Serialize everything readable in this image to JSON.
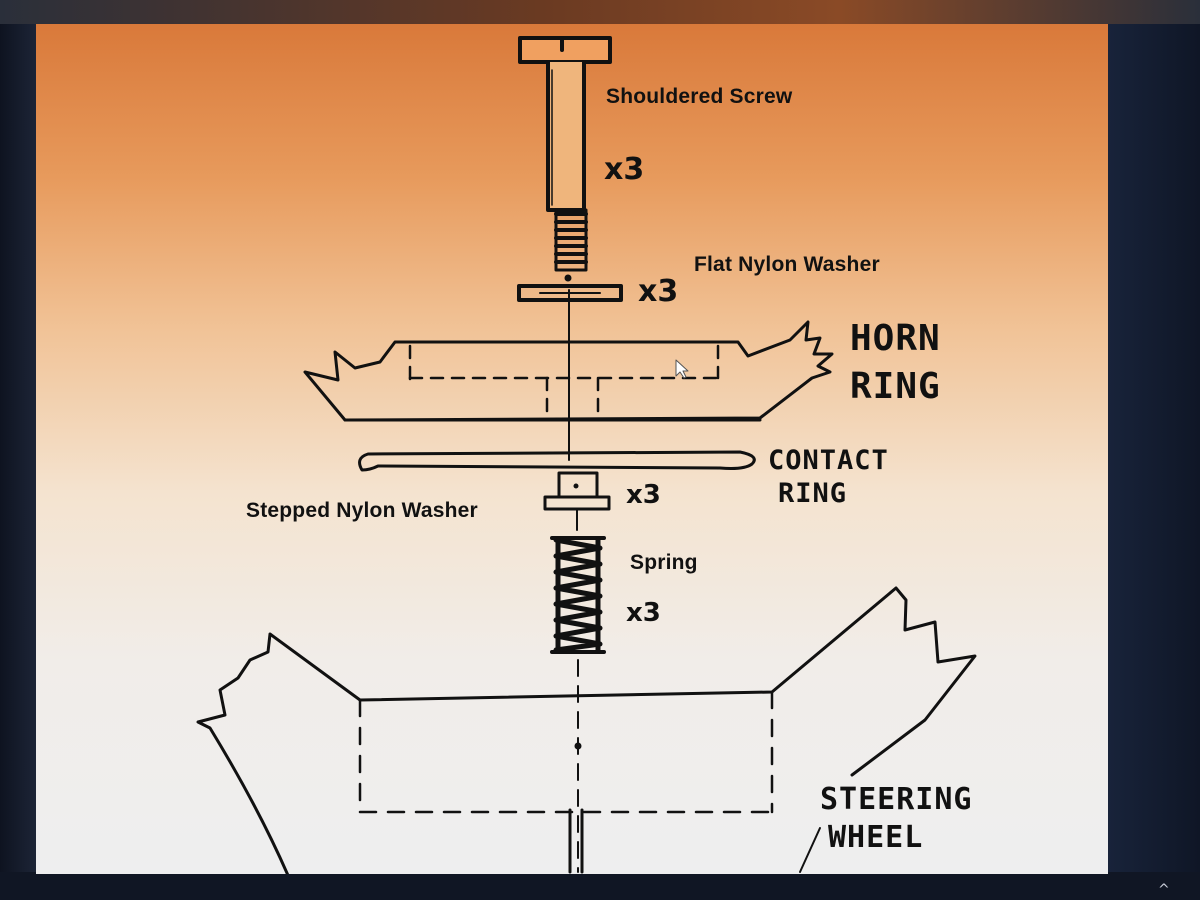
{
  "labels": {
    "shouldered_screw": "Shouldered Screw",
    "shouldered_screw_qty": "x3",
    "flat_nylon_washer": "Flat Nylon Washer",
    "flat_nylon_washer_qty": "x3",
    "horn_ring_line1": "HORN",
    "horn_ring_line2": "RING",
    "contact_ring_line1": "CONTACT",
    "contact_ring_line2": "RING",
    "stepped_nylon_washer": "Stepped Nylon Washer",
    "stepped_nylon_washer_qty": "x3",
    "spring": "Spring",
    "spring_qty": "x3",
    "steering_wheel_line1": "STEERING",
    "steering_wheel_line2": "WHEEL"
  },
  "icons": {
    "mouse_cursor": "mouse-pointer-icon",
    "tray": "chevron-up-icon"
  },
  "colors": {
    "ink": "#111111",
    "screen_top": "#d9793a",
    "screen_bottom": "#eeeeef"
  }
}
